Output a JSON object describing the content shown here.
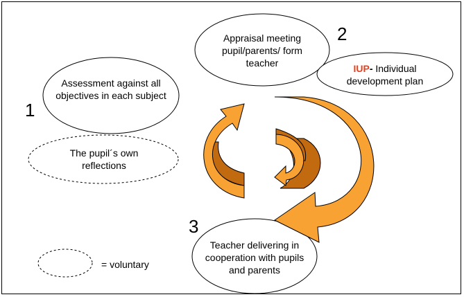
{
  "steps": {
    "n1": "1",
    "n2": "2",
    "n3": "3"
  },
  "nodes": {
    "assessment": "Assessment against all objectives in each subject",
    "appraisal": "Appraisal meeting pupil/parents/ form teacher",
    "iup_abbr": "IUP",
    "iup_dash": "-",
    "iup_text": "Individual development plan",
    "reflections": "The pupil´s own reflections",
    "delivering": "Teacher delivering in cooperation with pupils and parents"
  },
  "legend": {
    "voluntary": "= voluntary"
  },
  "colors": {
    "arrow_fill": "#f7a233",
    "arrow_dark": "#c26a10",
    "iup_accent": "#e8401c"
  }
}
